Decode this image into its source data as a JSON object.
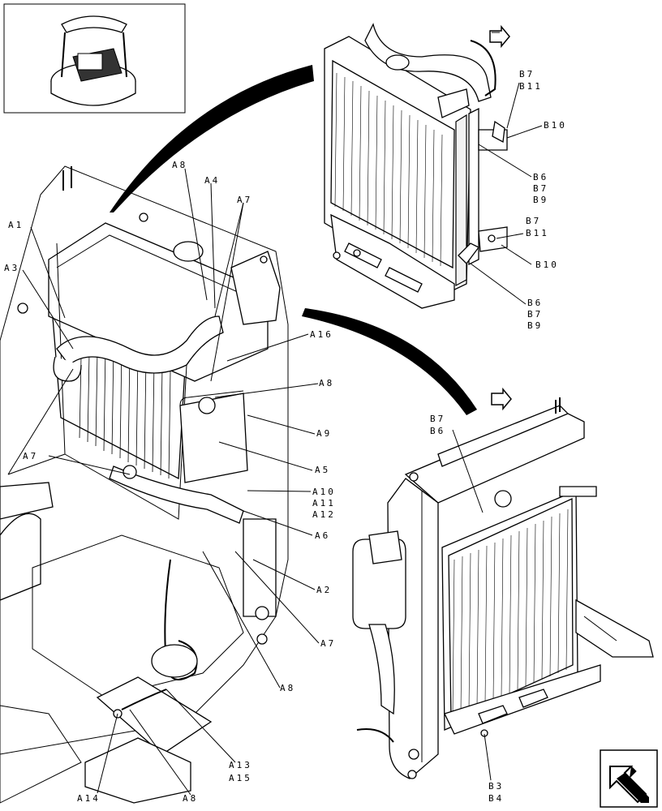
{
  "labels": {
    "a1": "A1",
    "a3": "A3",
    "a8_top": "A8",
    "a4": "A4",
    "a7_top": "A7",
    "a16": "A16",
    "a8_mid": "A8",
    "a9": "A9",
    "a5": "A5",
    "a10": "A10",
    "a11": "A11",
    "a12": "A12",
    "a6": "A6",
    "a2": "A2",
    "a7_right": "A7",
    "a7_left": "A7",
    "a8_lower": "A8",
    "a13": "A13",
    "a15": "A15",
    "a14": "A14",
    "a8_bottom": "A8",
    "b7_t1": "B7",
    "b11_t1": "B11",
    "b10_t1": "B10",
    "b6_t1": "B6",
    "b7_t2": "B7",
    "b9_t1": "B9",
    "b7_t3": "B7",
    "b11_t2": "B11",
    "b10_t2": "B10",
    "b6_t2": "B6",
    "b7_t4": "B7",
    "b9_t2": "B9",
    "b7_r": "B7",
    "b6_r": "B6",
    "b3": "B3",
    "b4": "B4"
  },
  "icons": {
    "inset": "machine-overview-icon",
    "nav": "next-page-arrow-icon",
    "pointer_top": "direction-arrow-icon",
    "pointer_mid": "direction-arrow-icon"
  }
}
